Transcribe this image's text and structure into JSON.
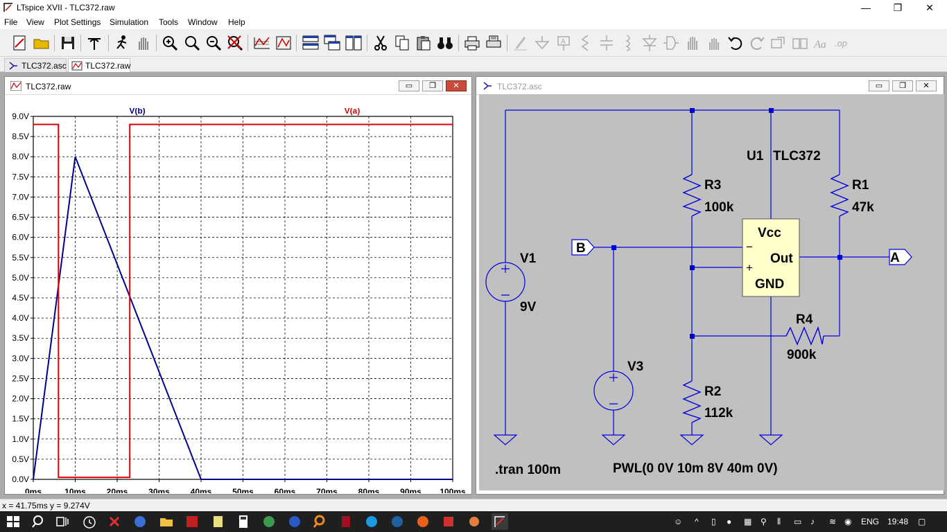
{
  "window": {
    "title": "LTspice XVII - TLC372.raw"
  },
  "menu": [
    "File",
    "View",
    "Plot Settings",
    "Simulation",
    "Tools",
    "Window",
    "Help"
  ],
  "tabs": [
    {
      "label": "TLC372.asc"
    },
    {
      "label": "TLC372.raw"
    }
  ],
  "waveform_window": {
    "title": "TLC372.raw"
  },
  "schematic_window": {
    "title": "TLC372.asc"
  },
  "status": {
    "coords": "x = 41.75ms    y = 9.274V"
  },
  "chart_data": {
    "type": "line",
    "xlim": [
      0,
      100
    ],
    "ylim": [
      0,
      9
    ],
    "xunit": "ms",
    "grid": true,
    "x_ticks": [
      "0ms",
      "10ms",
      "20ms",
      "30ms",
      "40ms",
      "50ms",
      "60ms",
      "70ms",
      "80ms",
      "90ms",
      "100ms"
    ],
    "y_ticks": [
      "9.0V",
      "8.5V",
      "8.0V",
      "7.5V",
      "7.0V",
      "6.5V",
      "6.0V",
      "5.5V",
      "5.0V",
      "4.5V",
      "4.0V",
      "3.5V",
      "3.0V",
      "2.5V",
      "2.0V",
      "1.5V",
      "1.0V",
      "0.5V",
      "0.0V"
    ],
    "series": [
      {
        "name": "V(b)",
        "color": "#00008b",
        "x": [
          0,
          10,
          40,
          100
        ],
        "y": [
          0,
          8,
          0,
          0
        ]
      },
      {
        "name": "V(a)",
        "color": "#e00000",
        "x": [
          0,
          6,
          6,
          23,
          23,
          100
        ],
        "y": [
          8.8,
          8.8,
          0.05,
          0.05,
          8.8,
          8.8
        ]
      }
    ]
  },
  "schematic": {
    "labels": {
      "u1": "U1",
      "u1_part": "TLC372",
      "r3": "R3",
      "r3_val": "100k",
      "r1": "R1",
      "r1_val": "47k",
      "r4": "R4",
      "r4_val": "900k",
      "r2": "R2",
      "r2_val": "112k",
      "v1": "V1",
      "v1_val": "9V",
      "v3": "V3",
      "vcc": "Vcc",
      "out": "Out",
      "gnd": "GND",
      "minus": "−",
      "plus": "+",
      "port_b": "B",
      "port_a": "A",
      "tran": ".tran 100m",
      "pwl": "PWL(0 0V 10m 8V 40m 0V)"
    }
  },
  "taskbar": {
    "lang": "ENG",
    "time": "19:48"
  },
  "colors": {
    "wire": "#0000dd",
    "schematic_bg": "#c0c0c0",
    "vb": "#00008b",
    "va": "#e00000"
  }
}
